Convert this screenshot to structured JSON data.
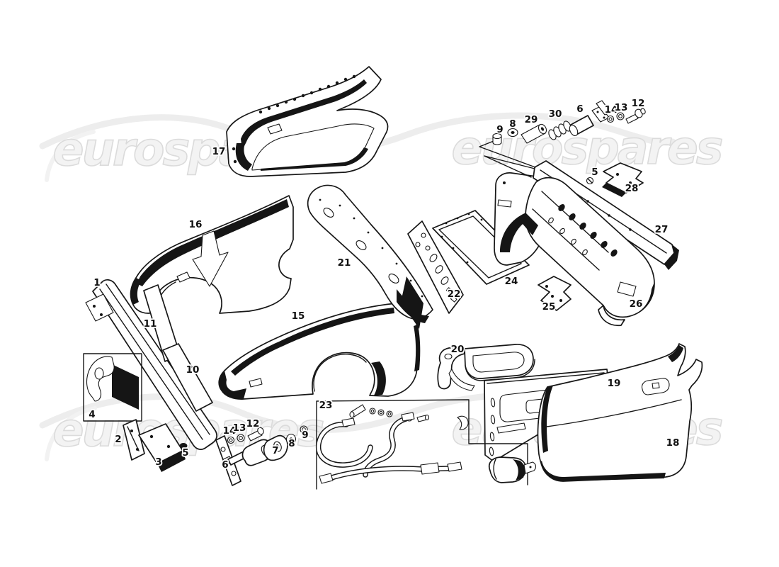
{
  "page": {
    "background": "#ffffff",
    "ink": "#171717"
  },
  "watermark": {
    "text": "eurospares",
    "fill": "#f3f3f3",
    "outline": "#dbdbdb"
  },
  "callouts": [
    {
      "part": "1"
    },
    {
      "part": "17"
    },
    {
      "part": "16"
    },
    {
      "part": "11"
    },
    {
      "part": "10"
    },
    {
      "part": "4"
    },
    {
      "part": "2"
    },
    {
      "part": "3"
    },
    {
      "part": "5"
    },
    {
      "part": "6"
    },
    {
      "part": "14"
    },
    {
      "part": "13"
    },
    {
      "part": "12"
    },
    {
      "part": "7"
    },
    {
      "part": "8"
    },
    {
      "part": "9"
    },
    {
      "part": "15"
    },
    {
      "part": "21"
    },
    {
      "part": "22"
    },
    {
      "part": "24"
    },
    {
      "part": "25"
    },
    {
      "part": "23"
    },
    {
      "part": "20"
    },
    {
      "part": "19"
    },
    {
      "part": "18"
    },
    {
      "part": "26"
    },
    {
      "part": "27"
    },
    {
      "part": "28"
    },
    {
      "part": "5"
    },
    {
      "part": "9"
    },
    {
      "part": "8"
    },
    {
      "part": "29"
    },
    {
      "part": "30"
    },
    {
      "part": "6"
    },
    {
      "part": "14"
    },
    {
      "part": "13"
    },
    {
      "part": "12"
    }
  ]
}
